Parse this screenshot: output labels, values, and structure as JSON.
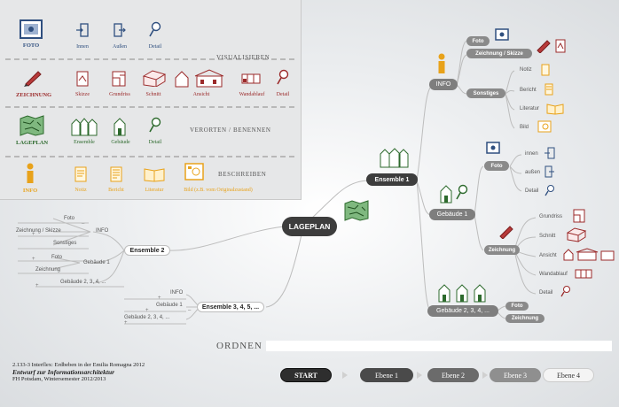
{
  "legend": {
    "row1": {
      "foto": "FOTO",
      "innen": "Innen",
      "aussen": "Außen",
      "detail": "Detail"
    },
    "row2": {
      "heading": "VISUALISIEREN",
      "zeichnung": "ZEICHNUNG",
      "skizze": "Skizze",
      "grundriss": "Grundriss",
      "schnitt": "Schnitt",
      "ansicht": "Ansicht",
      "wandablauf": "Wandablauf",
      "detail": "Detail"
    },
    "row3": {
      "heading": "VERORTEN / BENENNEN",
      "lageplan": "LAGEPLAN",
      "ensemble": "Ensemble",
      "gebaeude": "Gebäude",
      "detail": "Detail"
    },
    "row4": {
      "heading": "BESCHREIBEN",
      "info": "INFO",
      "notiz": "Notiz",
      "bericht": "Bericht",
      "literatur": "Literatur",
      "bild": "Bild (z.B. vom Originalzustand)"
    }
  },
  "map": {
    "center": "LAGEPLAN",
    "ensemble1": "Ensemble 1",
    "info": "INFO",
    "foto": "Foto",
    "zeichnung_skizze": "Zeichnung / Skizze",
    "sonstiges": "Sonstiges",
    "notiz": "Notiz",
    "bericht": "Bericht",
    "literatur": "Literatur",
    "bild": "Bild",
    "gebaeude1": "Gebäude 1",
    "g_foto": "Foto",
    "innen": "innen",
    "aussen": "außen",
    "g_detail": "Detail",
    "zeichnung": "Zeichnung",
    "grundriss": "Grundriss",
    "schnitt": "Schnitt",
    "ansicht": "Ansicht",
    "wandablauf": "Wandablauf",
    "z_detail": "Detail",
    "gebaeude234": "Gebäude 2, 3, 4, ...",
    "g2_foto": "Foto",
    "g2_zeichnung": "Zeichnung",
    "ensemble2": "Ensemble 2",
    "e2_foto": "Foto",
    "e2_zeichnung": "Zeichnung / Skizze",
    "e2_info": "INFO",
    "e2_sonstiges": "Sonstiges",
    "e2_foto2": "Foto",
    "e2_gebaeude1": "Gebäude 1",
    "e2_zeichnung2": "Zeichnung",
    "e2_gebaeude234": "Gebäude 2, 3, 4, ...",
    "ensemble345": "Ensemble 3, 4, 5, ...",
    "e3_info": "INFO",
    "e3_gebaeude1": "Gebäude 1",
    "e3_gebaeude234": "Gebäude 2, 3, 4, ..."
  },
  "footer": {
    "ordnen": "ORDNEN",
    "credit1": "2.133-3 Interflex: Erdbeben in der Emilia Romagna 2012",
    "credit2": "Entwurf zur Informationsarchitektur",
    "credit3": "FH Potsdam, Wintersemester 2012/2013",
    "start": "START",
    "ebene1": "Ebene 1",
    "ebene2": "Ebene 2",
    "ebene3": "Ebene 3",
    "ebene4": "Ebene 4"
  },
  "colors": {
    "blue": "#2f4f7f",
    "red": "#9b2a2a",
    "green": "#3b7a3b",
    "orange": "#e8a21a"
  }
}
